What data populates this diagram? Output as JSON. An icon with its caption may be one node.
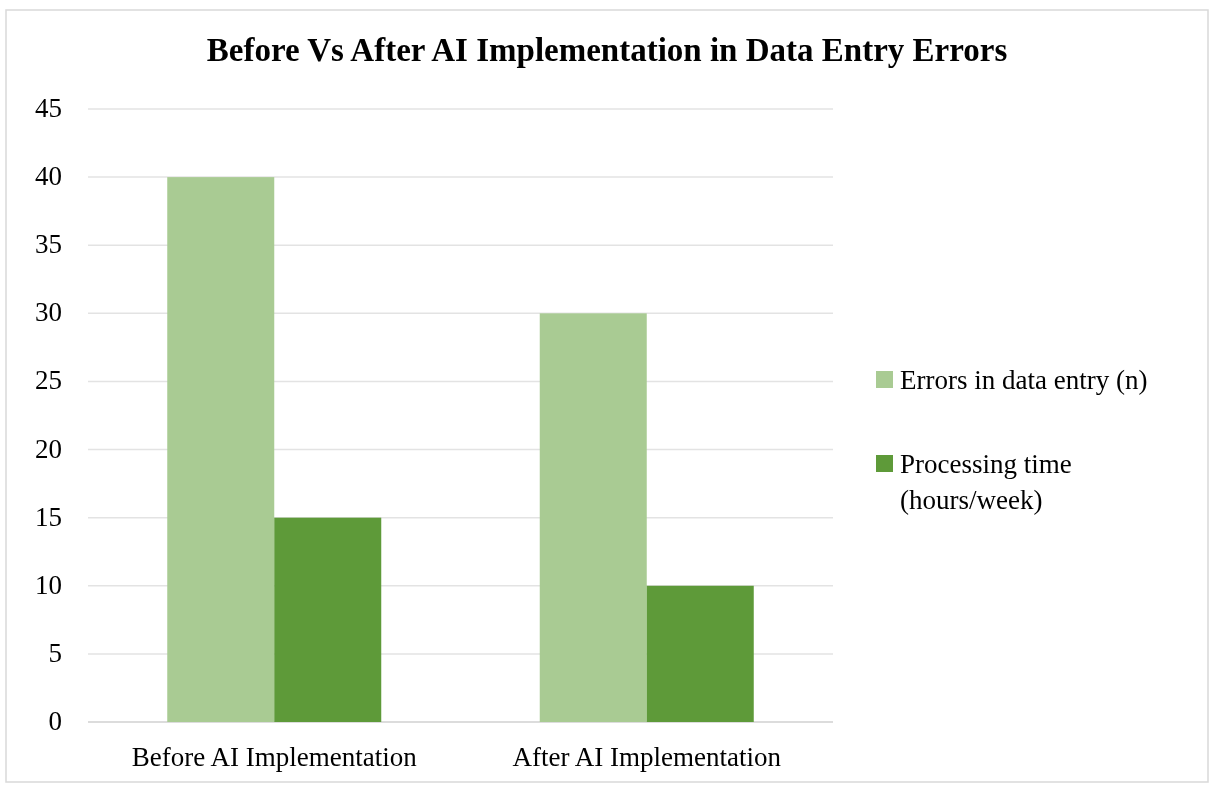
{
  "diagram": {
    "title": "Before Vs After AI Implementation in Data Entry Errors",
    "chart_data": {
      "type": "bar",
      "categories": [
        "Before AI Implementation",
        "After AI Implementation"
      ],
      "series": [
        {
          "name": "Errors in data entry (n)",
          "color": "#a9cb93",
          "values": [
            40,
            30
          ]
        },
        {
          "name": "Processing time (hours/week)",
          "color": "#5e9a39",
          "values": [
            15,
            10
          ]
        }
      ],
      "grid": true,
      "legend": "right",
      "ylim": [
        0,
        45
      ],
      "yticks": [
        0,
        5,
        10,
        15,
        20,
        25,
        30,
        35,
        40,
        45
      ]
    }
  }
}
